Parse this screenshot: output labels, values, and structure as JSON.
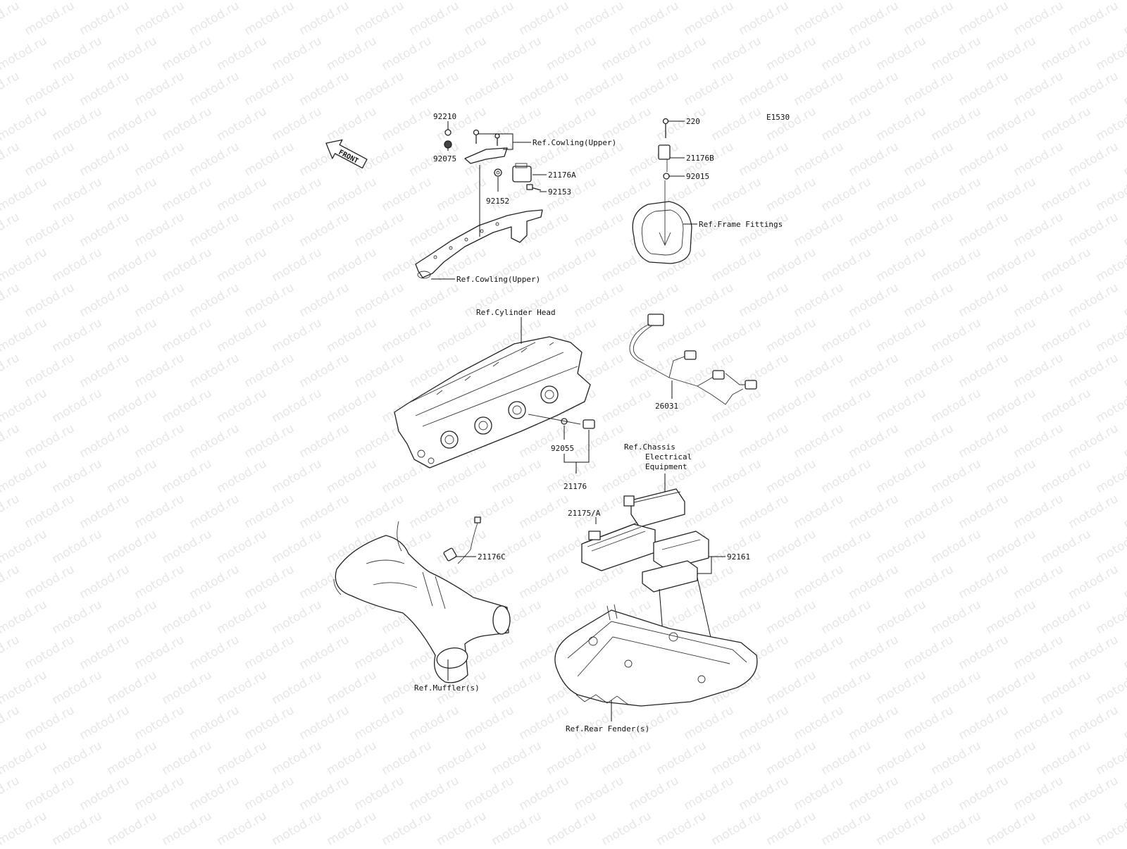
{
  "diagram": {
    "code": "E1530",
    "front_label": "FRONT",
    "watermark": "motod.ru",
    "labels": {
      "p92210": "92210",
      "p92075": "92075",
      "ref_cowling_upper_1": "Ref.Cowling(Upper)",
      "p21176A": "21176A",
      "p92152": "92152",
      "p92153": "92153",
      "ref_cowling_upper_2": "Ref.Cowling(Upper)",
      "p220": "220",
      "p21176B": "21176B",
      "p92015": "92015",
      "ref_frame_fittings": "Ref.Frame Fittings",
      "ref_cylinder_head": "Ref.Cylinder Head",
      "p26031": "26031",
      "p92055": "92055",
      "p21176": "21176",
      "ref_chassis_1": "Ref.Chassis",
      "ref_chassis_2": "Electrical",
      "ref_chassis_3": "Equipment",
      "p21175A": "21175/A",
      "p92161": "92161",
      "p21176C": "21176C",
      "ref_mufflers": "Ref.Muffler(s)",
      "ref_rear_fender": "Ref.Rear Fender(s)"
    }
  }
}
